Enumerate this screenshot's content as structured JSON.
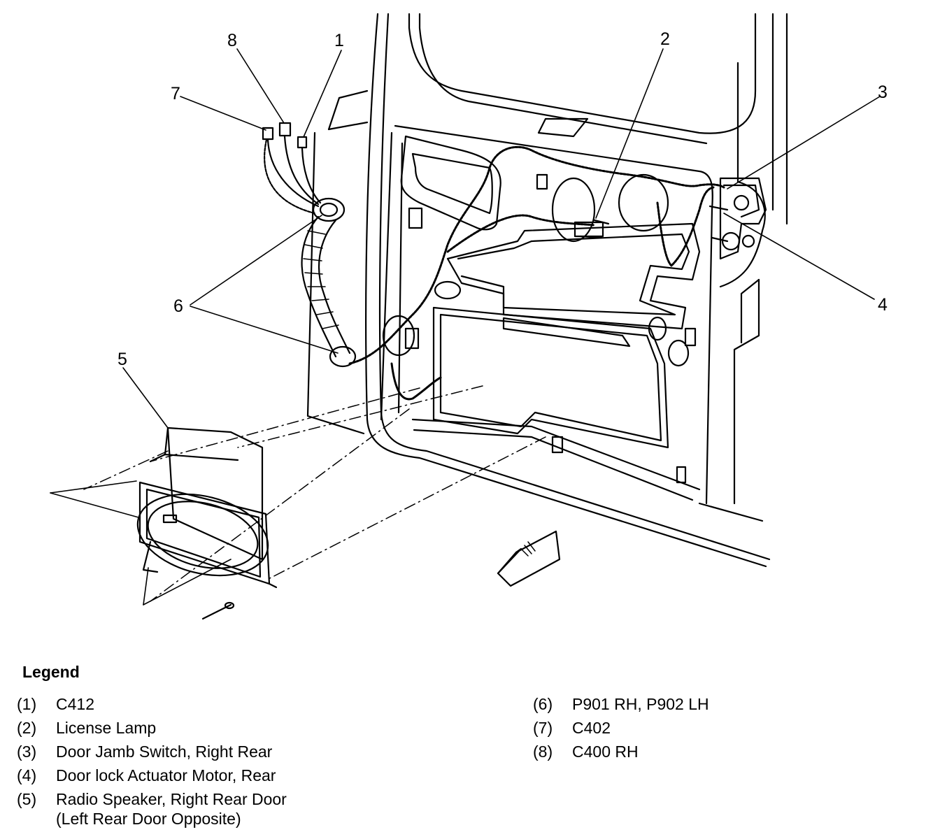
{
  "callouts": [
    "1",
    "2",
    "3",
    "4",
    "5",
    "6",
    "7",
    "8"
  ],
  "legend": {
    "title": "Legend",
    "left_items": [
      {
        "num": "(1)",
        "text": "C412"
      },
      {
        "num": "(2)",
        "text": "License Lamp"
      },
      {
        "num": "(3)",
        "text": "Door Jamb Switch, Right Rear"
      },
      {
        "num": "(4)",
        "text": "Door lock Actuator Motor, Rear"
      },
      {
        "num": "(5)",
        "text": "Radio Speaker, Right Rear Door",
        "continuation": "(Left Rear Door Opposite)"
      }
    ],
    "right_items": [
      {
        "num": "(6)",
        "text": "P901 RH, P902 LH"
      },
      {
        "num": "(7)",
        "text": "C402"
      },
      {
        "num": "(8)",
        "text": "C400 RH"
      }
    ]
  }
}
